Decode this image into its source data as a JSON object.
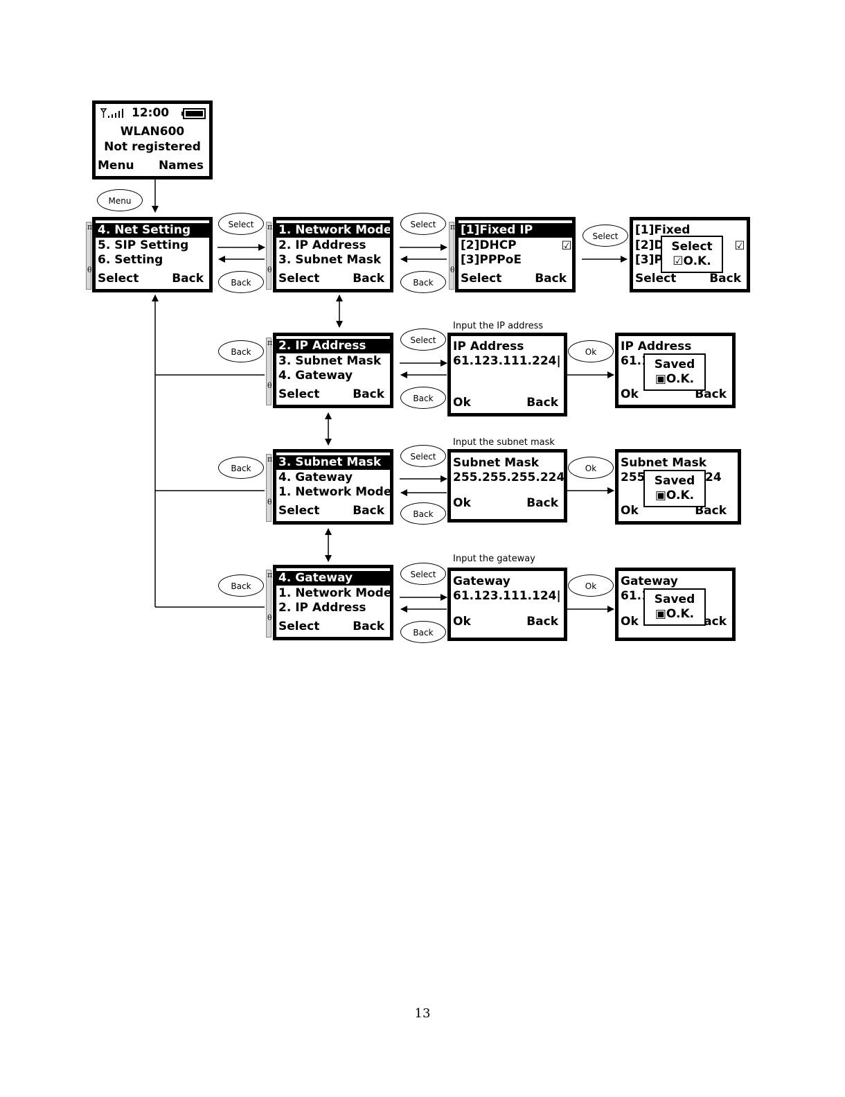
{
  "home": {
    "time": "12:00",
    "line1": "WLAN600",
    "line2": "Not registered",
    "left": "Menu",
    "right": "Names",
    "signal_icon": "signal-icon",
    "battery_icon": "battery-icon"
  },
  "ovals": {
    "menu": "Menu",
    "select": "Select",
    "back": "Back",
    "ok": "Ok"
  },
  "menu_main": {
    "rows": [
      "4. Net Setting",
      "5. SIP Setting",
      "6. Setting"
    ],
    "left": "Select",
    "right": "Back"
  },
  "net_1": {
    "rows": [
      "1. Network Mode",
      "2. IP Address",
      "3. Subnet Mask"
    ],
    "left": "Select",
    "right": "Back"
  },
  "mode": {
    "rows": [
      "[1]Fixed IP",
      "[2]DHCP",
      "[3]PPPoE"
    ],
    "left": "Select",
    "right": "Back",
    "check": "☑"
  },
  "mode_saved": {
    "rows": [
      "[1]Fixed",
      "[2]D",
      "[3]P"
    ],
    "popup": [
      "Select",
      "☑O.K."
    ],
    "left": "Select",
    "right": "Back",
    "check": "☑"
  },
  "net_2": {
    "rows": [
      "2. IP Address",
      "3. Subnet Mask",
      "4. Gateway"
    ],
    "left": "Select",
    "right": "Back"
  },
  "ip": {
    "caption": "Input the IP address",
    "title": "IP Address",
    "value": "61.123.111.224|",
    "left": "Ok",
    "right": "Back"
  },
  "ip_saved": {
    "title": "IP Address",
    "value": "61.1",
    "popup": [
      "Saved",
      "▣O.K."
    ],
    "left": "Ok",
    "right": "Back"
  },
  "net_3": {
    "rows": [
      "3. Subnet Mask",
      "4. Gateway",
      "1. Network Mode"
    ],
    "left": "Select",
    "right": "Back"
  },
  "mask": {
    "caption": "Input the subnet mask",
    "title": "Subnet Mask",
    "value": "255.255.255.224|",
    "left": "Ok",
    "right": "Back"
  },
  "mask_saved": {
    "title": "Subnet Mask",
    "value": "255",
    "value_tail": "24",
    "popup": [
      "Saved",
      "▣O.K."
    ],
    "left": "Ok",
    "right": "Back"
  },
  "net_4": {
    "rows": [
      "4. Gateway",
      "1. Network Mode",
      "2. IP Address"
    ],
    "left": "Select",
    "right": "Back"
  },
  "gw": {
    "caption": "Input the gateway",
    "title": "Gateway",
    "value": "61.123.111.124|",
    "left": "Ok",
    "right": "Back"
  },
  "gw_saved": {
    "title": "Gateway",
    "value": "61.1",
    "popup": [
      "Saved",
      "▣O.K."
    ],
    "left": "Ok",
    "right": "Back"
  },
  "scroll_symbols": {
    "top": "π",
    "bottom": "θ"
  },
  "page_number": "13"
}
